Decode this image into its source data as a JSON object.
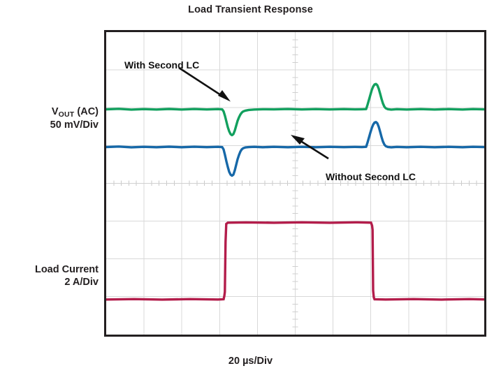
{
  "title": "Load Transient Response",
  "axes": {
    "y_upper_line1": "V",
    "y_upper_sub": "OUT",
    "y_upper_line1b": " (AC)",
    "y_upper_line2": "50 mV/Div",
    "y_lower_line1": "Load Current",
    "y_lower_line2": "2 A/Div",
    "x_label": "20 µs/Div"
  },
  "annotations": {
    "with_lc": "With Second LC",
    "without_lc": "Without Second LC"
  },
  "colors": {
    "green": "#12a05e",
    "blue": "#1668a8",
    "red": "#b31d4b",
    "frame": "#231f20",
    "grid": "#d6d6d6",
    "background": "#ffffff"
  },
  "chart_data": {
    "type": "line",
    "title": "Load Transient Response",
    "xlabel": "20 µs/Div",
    "ylabel": "",
    "grid": true,
    "legend": "none",
    "x_divisions": 10,
    "y_divisions": 8,
    "x_units_per_div": "20 us",
    "annotations": [
      {
        "text": "With Second LC",
        "points_to": "green trace undershoot",
        "arrow": "down-right"
      },
      {
        "text": "Without Second LC",
        "points_to": "blue trace baseline",
        "arrow": "up-left"
      }
    ],
    "series": [
      {
        "name": "VOUT (AC) with second LC",
        "color": "#12a05e",
        "units_per_div": "50 mV",
        "baseline_div": 2.0,
        "description": "Output voltage AC ripple with second LC filter stage; small undershoot on load step-up and small overshoot on load step-down.",
        "undershoot_mV": -33,
        "overshoot_mV": 34,
        "points": [
          {
            "x_div": 0.0,
            "y_mV": 0
          },
          {
            "x_div": 3.05,
            "y_mV": 0
          },
          {
            "x_div": 3.15,
            "y_mV": -8
          },
          {
            "x_div": 3.3,
            "y_mV": -33
          },
          {
            "x_div": 3.45,
            "y_mV": -12
          },
          {
            "x_div": 3.6,
            "y_mV": -2
          },
          {
            "x_div": 3.9,
            "y_mV": 0
          },
          {
            "x_div": 6.95,
            "y_mV": 0
          },
          {
            "x_div": 7.05,
            "y_mV": 12
          },
          {
            "x_div": 7.2,
            "y_mV": 34
          },
          {
            "x_div": 7.4,
            "y_mV": 14
          },
          {
            "x_div": 7.6,
            "y_mV": 3
          },
          {
            "x_div": 8.0,
            "y_mV": 0
          },
          {
            "x_div": 10.0,
            "y_mV": 0
          }
        ]
      },
      {
        "name": "VOUT (AC) without second LC",
        "color": "#1668a8",
        "units_per_div": "50 mV",
        "baseline_div": 1.0,
        "description": "Output voltage AC ripple without second LC filter stage; larger undershoot on load step-up and larger overshoot on load step-down.",
        "undershoot_mV": -38,
        "overshoot_mV": 33,
        "points": [
          {
            "x_div": 0.0,
            "y_mV": 0
          },
          {
            "x_div": 3.05,
            "y_mV": 0
          },
          {
            "x_div": 3.15,
            "y_mV": -9
          },
          {
            "x_div": 3.32,
            "y_mV": -38
          },
          {
            "x_div": 3.48,
            "y_mV": -13
          },
          {
            "x_div": 3.65,
            "y_mV": -2
          },
          {
            "x_div": 3.95,
            "y_mV": 0
          },
          {
            "x_div": 6.95,
            "y_mV": 0
          },
          {
            "x_div": 7.05,
            "y_mV": 11
          },
          {
            "x_div": 7.22,
            "y_mV": 33
          },
          {
            "x_div": 7.42,
            "y_mV": 12
          },
          {
            "x_div": 7.65,
            "y_mV": 2
          },
          {
            "x_div": 8.05,
            "y_mV": 0
          },
          {
            "x_div": 10.0,
            "y_mV": 0
          }
        ]
      },
      {
        "name": "Load Current",
        "color": "#b31d4b",
        "units_per_div": "2 A",
        "low_div": -1.0,
        "high_div": 1.0,
        "description": "Pulsed load current step, 2 A/Div; rises at 3.13 div and falls at 7.0 div.",
        "points": [
          {
            "x_div": 0.0,
            "y_A": 0
          },
          {
            "x_div": 3.12,
            "y_A": 0
          },
          {
            "x_div": 3.13,
            "y_A": 4
          },
          {
            "x_div": 6.99,
            "y_A": 4
          },
          {
            "x_div": 7.0,
            "y_A": 0
          },
          {
            "x_div": 10.0,
            "y_A": 0
          }
        ]
      }
    ]
  }
}
